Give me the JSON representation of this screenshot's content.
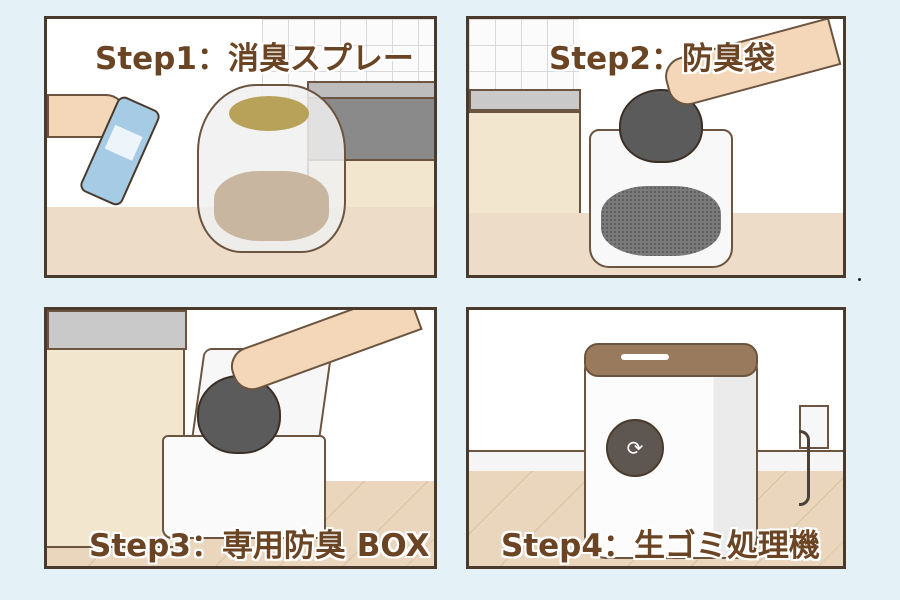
{
  "background_color": "#e4f2f7",
  "caption_color": "#6b4423",
  "panels": [
    {
      "step": "Step1",
      "separator": "：",
      "label": "消臭スプレー",
      "scene": "spraying deodorizer on plastic bag of food waste in kitchen"
    },
    {
      "step": "Step2",
      "separator": "：",
      "label": "防臭袋",
      "scene": "hand placing tied dark bag into drawstring odor-proof bag"
    },
    {
      "step": "Step3",
      "separator": "：",
      "label": "専用防臭 BOX",
      "scene": "hand dropping tied bag into white lidded bin"
    },
    {
      "step": "Step4",
      "separator": "：",
      "label": "生ゴミ処理機",
      "scene": "white food waste processor with brown lid plugged into wall outlet"
    }
  ]
}
